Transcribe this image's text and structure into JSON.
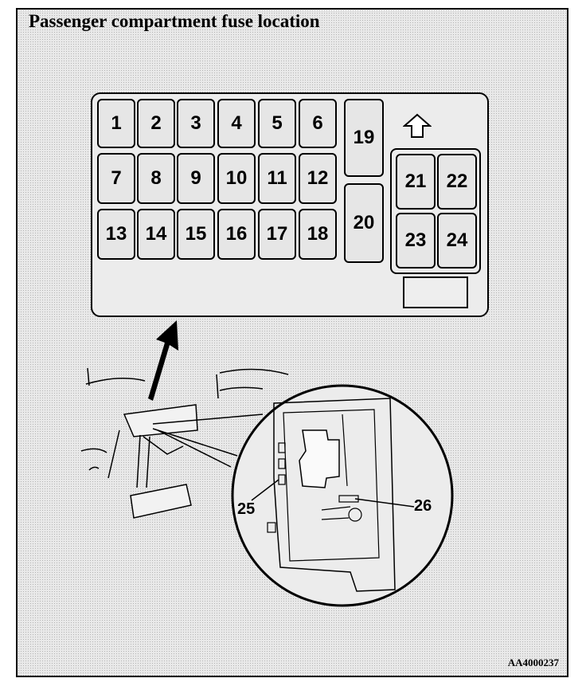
{
  "title": "Passenger compartment fuse location",
  "fuses": [
    "1",
    "2",
    "3",
    "4",
    "5",
    "6",
    "7",
    "8",
    "9",
    "10",
    "11",
    "12",
    "13",
    "14",
    "15",
    "16",
    "17",
    "18",
    "19",
    "20",
    "21",
    "22",
    "23",
    "24"
  ],
  "callouts": {
    "left": "25",
    "right": "26"
  },
  "figure_code": "AA4000237"
}
